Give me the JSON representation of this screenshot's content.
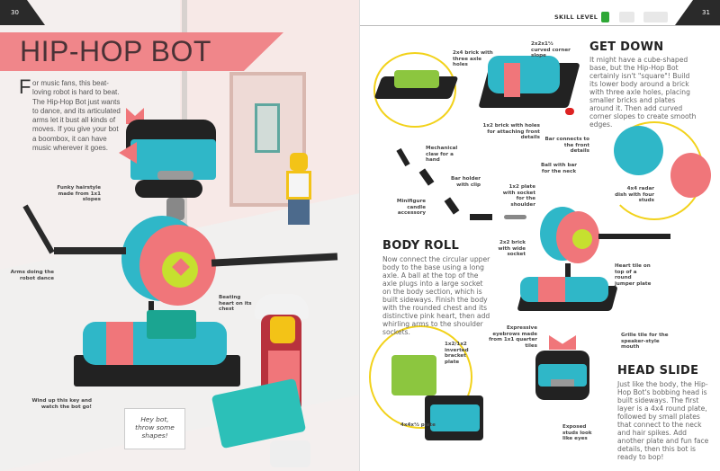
{
  "left_page": {
    "page_number": "30",
    "title": "HIP-HOP BOT",
    "intro_dropcap": "F",
    "intro": "or music fans, this beat-loving robot is hard to beat. The Hip-Hop Bot just wants to dance, and its articulated arms let it bust all kinds of moves. If you give your bot a boombox, it can have music wherever it goes.",
    "callouts": {
      "hair": "Funky hairstyle made from 1x1 slopes",
      "arms": "Arms doing the robot dance",
      "heart": "Beating heart on its chest",
      "key": "Wind up this key and watch the bot go!"
    },
    "speech_bubble": "Hey bot, throw some shapes!",
    "colors": {
      "banner": "#f0868a",
      "title": "#4a3236",
      "background": "#f4efee"
    }
  },
  "right_page": {
    "page_number": "31",
    "skill_level_label": "SKILL LEVEL",
    "skill_level": 1,
    "skill_level_max": 3,
    "colors": {
      "skill_on": "#2ea836",
      "skill_off": "#e8e8e8",
      "ring": "#f2d21b"
    },
    "sections": [
      {
        "heading": "GET DOWN",
        "text": "It might have a cube-shaped base, but the Hip-Hop Bot certainly isn't \"square\"! Build its lower body around a brick with three axle holes, placing smaller bricks and plates around it. Then add curved corner slopes to create smooth edges."
      },
      {
        "heading": "BODY ROLL",
        "text": "Now connect the circular upper body to the base using a long axle. A ball at the top of the axle plugs into a large socket on the body section, which is built sideways. Finish the body with the rounded chest and its distinctive pink heart, then add whirling arms to the shoulder sockets."
      },
      {
        "heading": "HEAD SLIDE",
        "text": "Just like the body, the Hip-Hop Bot's bobbing head is built sideways. The first layer is a 4x4 round plate, followed by small plates that connect to the neck and hair spikes. Add another plate and fun face details, then this bot is ready to bop!"
      }
    ],
    "callouts": {
      "brick2x4": "2x4 brick with three axle holes",
      "curved": "2x2x1½ curved corner slope",
      "brick1x2": "1x2 brick with holes for attaching front details",
      "bar_front": "Bar connects to the front details",
      "claw": "Mechanical claw for a hand",
      "ball": "Ball with bar for the neck",
      "bar_holder": "Bar holder with clip",
      "plate_socket": "1x2 plate with socket for the shoulder",
      "radar": "4x4 radar dish with four studs",
      "candle": "Minifigure candle accessory",
      "wide_socket": "2x2 brick with wide socket",
      "heart_tile": "Heart tile on top of a round jumper plate",
      "eyebrows": "Expressive eyebrows made from 1x1 quarter tiles",
      "grille": "Grille tile for the speaker-style mouth",
      "bracket": "1x2/1x2 inverted bracket plate",
      "plate4x4": "4x4x½ plate",
      "studs": "Exposed studs look like eyes"
    }
  }
}
